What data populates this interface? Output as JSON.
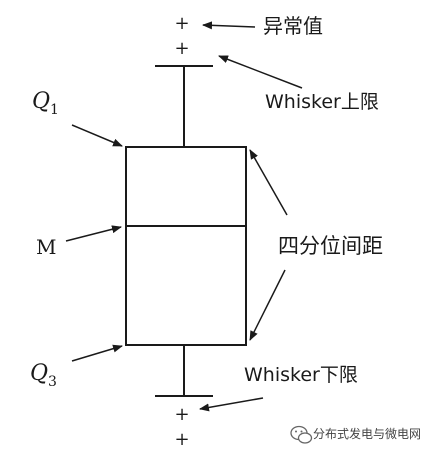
{
  "labels": {
    "outlier": "异常值",
    "whisker_upper": "Whisker上限",
    "q1_letter": "Q",
    "q1_sub": "1",
    "median": "M",
    "iqr": "四分位间距",
    "q3_letter": "Q",
    "q3_sub": "3",
    "whisker_lower": "Whisker下限",
    "outlier_marker": "+"
  },
  "watermark": {
    "text": "分布式发电与微电网",
    "icon": "wechat-icon"
  },
  "colors": {
    "line": "#1a1a1a",
    "background": "#ffffff"
  }
}
